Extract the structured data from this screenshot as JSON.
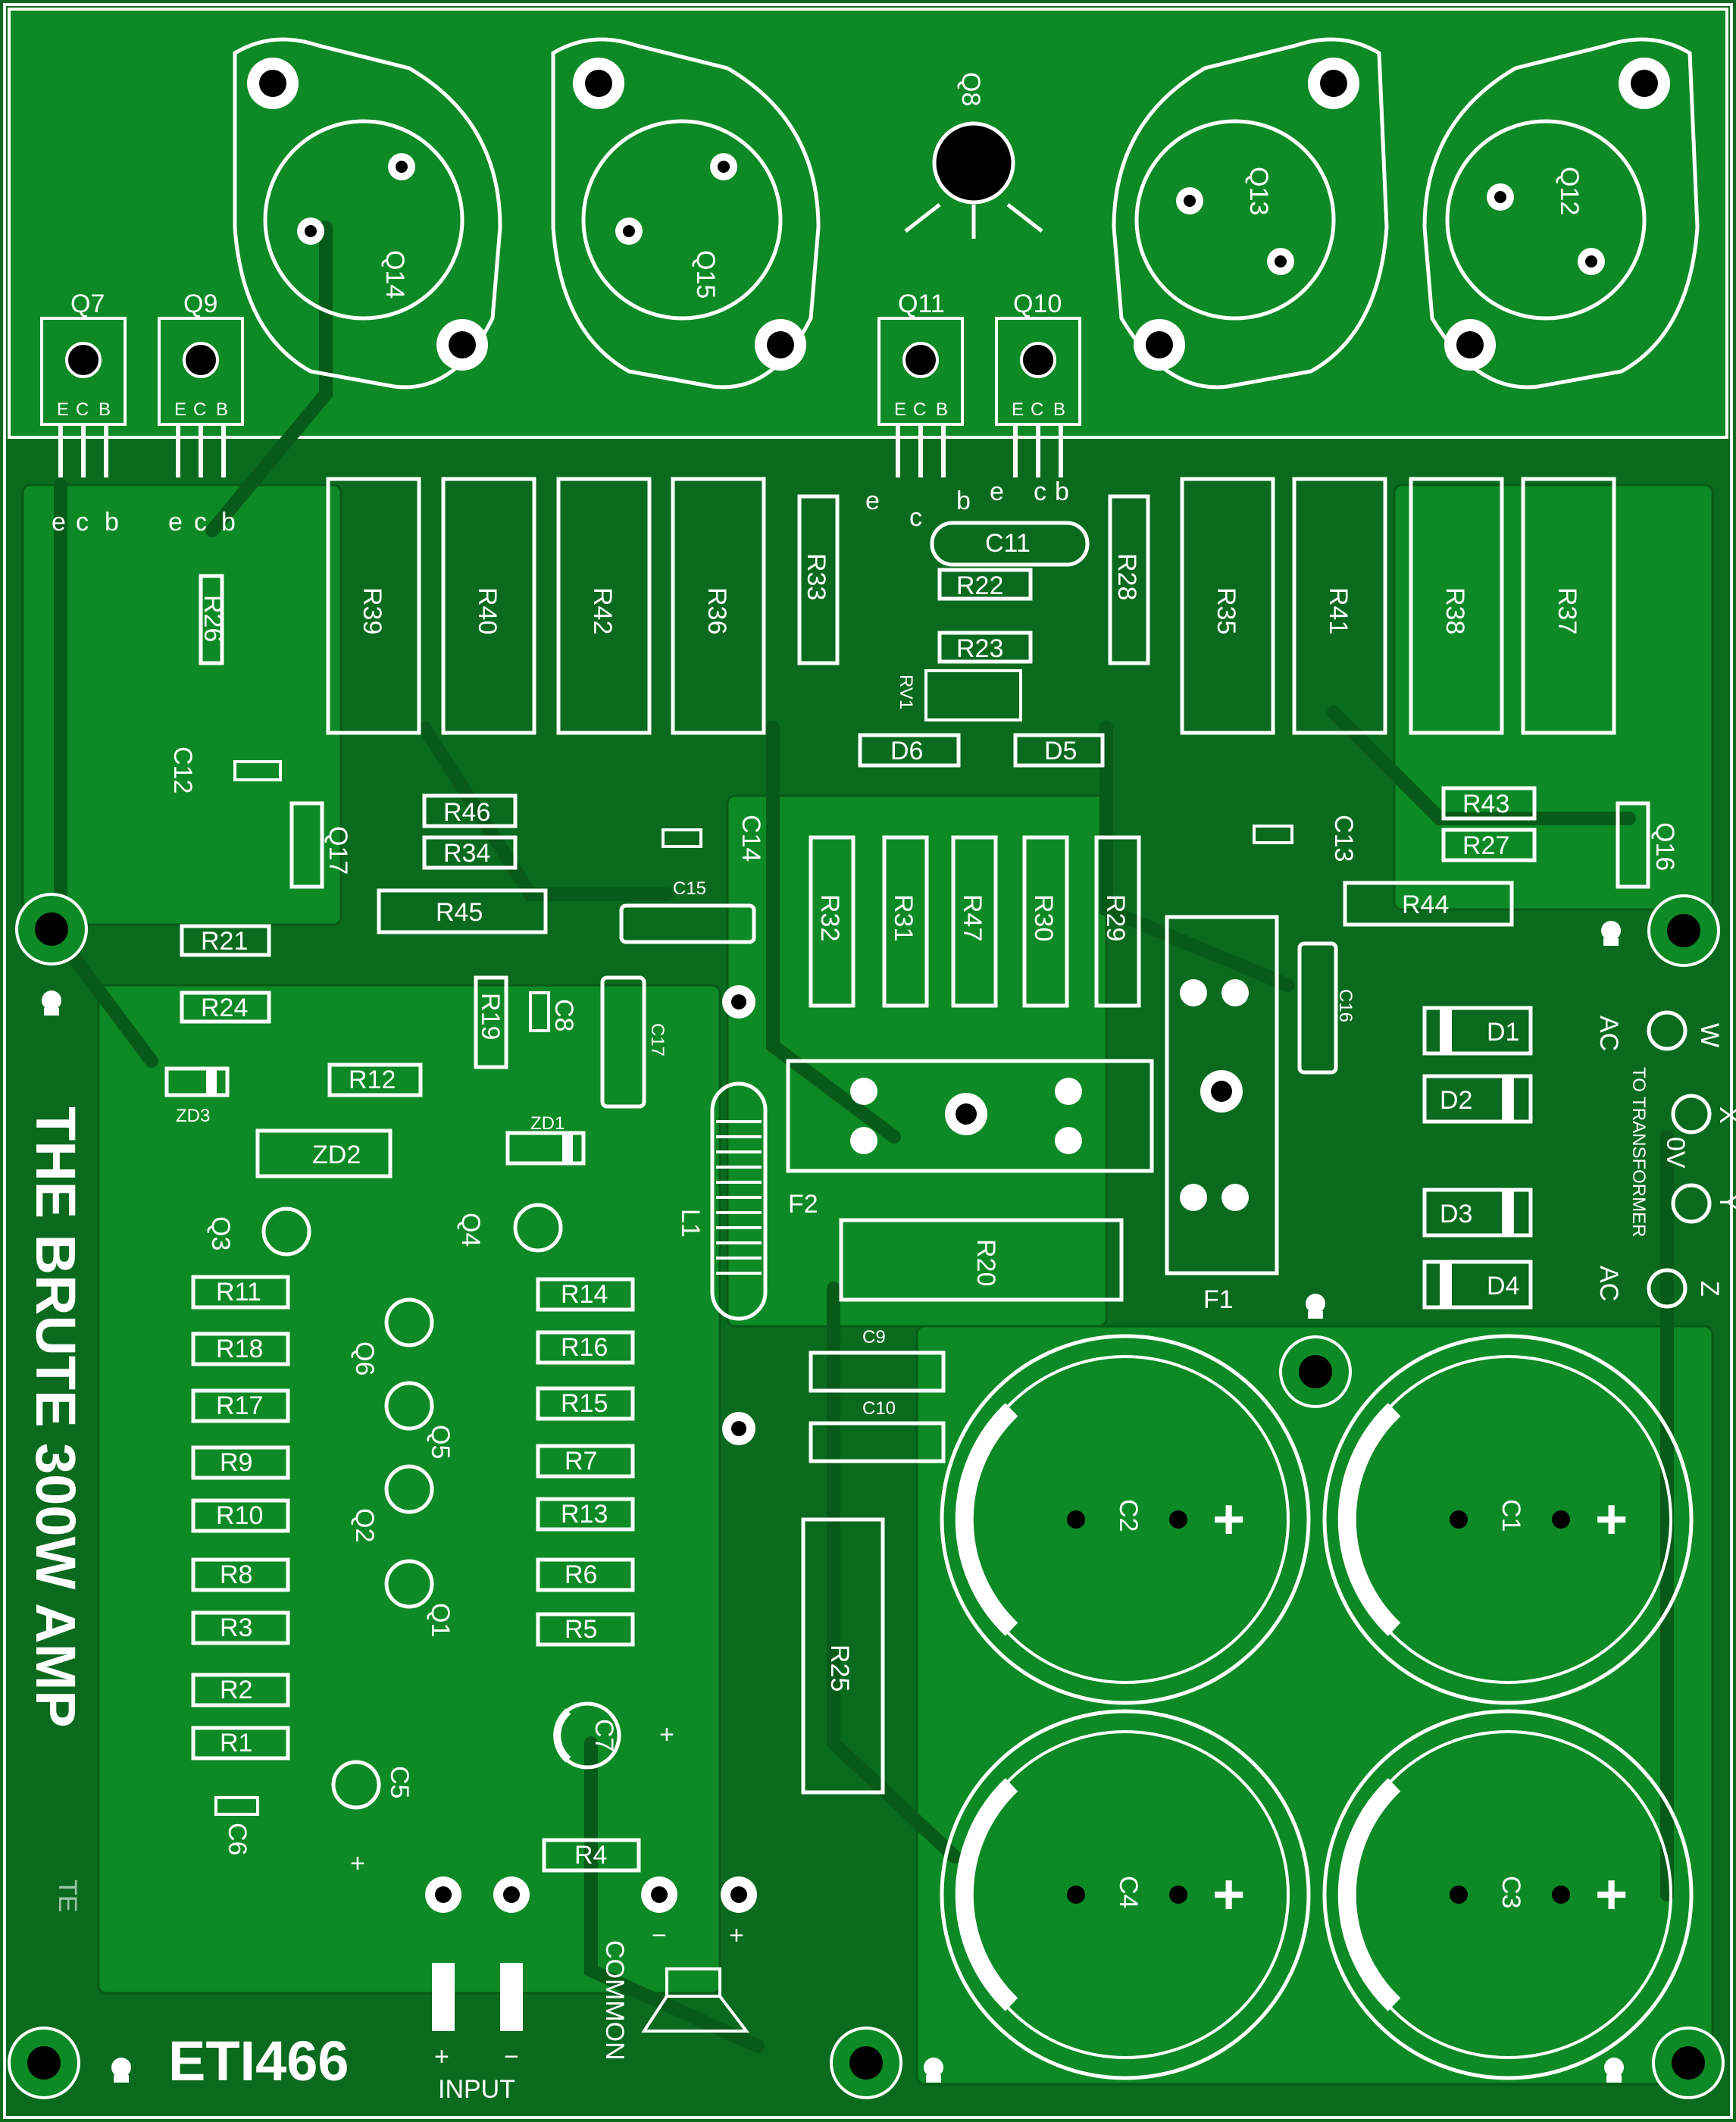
{
  "board": {
    "title": "THE BRUTE 300W AMP",
    "model": "ETI466",
    "watermark": "TE"
  },
  "colors": {
    "board": "#0a6b1e",
    "copper": "#0d8a25",
    "silk": "#ffffff",
    "hole": "#000000"
  },
  "power_transistors": [
    "Q14",
    "Q15",
    "Q13",
    "Q12"
  ],
  "driver_transistor": "Q8",
  "small_transistors": [
    "Q7",
    "Q9",
    "Q11",
    "Q10"
  ],
  "pin_letters": {
    "e": "e",
    "b": "b",
    "c": "c",
    "E": "E",
    "C": "C",
    "B": "B"
  },
  "large_resistors_left": [
    "R39",
    "R40",
    "R42",
    "R36"
  ],
  "large_resistors_right": [
    "R35",
    "R41",
    "R38",
    "R37"
  ],
  "vertical_resistors_top": [
    "R33",
    "R28"
  ],
  "center_parts": [
    "C11",
    "R22",
    "R23",
    "RV1",
    "D6",
    "D5"
  ],
  "vertical_resistors_mid": [
    "R32",
    "R31",
    "R47",
    "R30",
    "R29"
  ],
  "left_parts": [
    "R26",
    "C12",
    "Q17",
    "R46",
    "R34",
    "R45",
    "C14",
    "C15",
    "R21",
    "R24",
    "R19",
    "C8",
    "C17",
    "R12",
    "ZD3",
    "ZD2",
    "ZD1"
  ],
  "right_parts": [
    "C13",
    "R43",
    "R27",
    "Q16",
    "R44",
    "C16",
    "D1",
    "D2",
    "D3",
    "D4",
    "F1",
    "F2",
    "L1",
    "R20",
    "C9",
    "C10",
    "R25"
  ],
  "filter_caps": [
    "C2",
    "C1",
    "C4",
    "C3"
  ],
  "signal_transistors": [
    "Q3",
    "Q4",
    "Q6",
    "Q5",
    "Q2",
    "Q1"
  ],
  "left_resistor_column": [
    "R11",
    "R18",
    "R17",
    "R9",
    "R10",
    "R8",
    "R3",
    "R2",
    "R1"
  ],
  "right_resistor_column": [
    "R14",
    "R16",
    "R15",
    "R7",
    "R13",
    "R6",
    "R5"
  ],
  "misc_parts": [
    "C7",
    "C5",
    "C6",
    "R4"
  ],
  "terminals": {
    "transformer_caption": "TO TRANSFORMER",
    "w": "W",
    "x": "X",
    "y": "Y",
    "z": "Z",
    "ac_top": "AC",
    "zero_v": "0V",
    "ac_bottom": "AC",
    "input": "INPUT",
    "common": "COMMON",
    "plus": "+",
    "minus": "−"
  }
}
